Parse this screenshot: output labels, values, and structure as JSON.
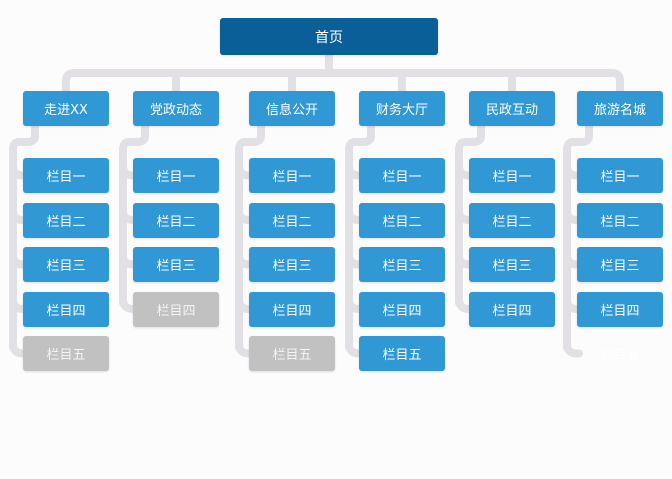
{
  "root": {
    "label": "首页"
  },
  "columns": [
    {
      "label": "走进XX",
      "items": [
        {
          "label": "栏目一",
          "state": "active"
        },
        {
          "label": "栏目二",
          "state": "active"
        },
        {
          "label": "栏目三",
          "state": "active"
        },
        {
          "label": "栏目四",
          "state": "active"
        },
        {
          "label": "栏目五",
          "state": "inactive"
        }
      ]
    },
    {
      "label": "党政动态",
      "items": [
        {
          "label": "栏目一",
          "state": "active"
        },
        {
          "label": "栏目二",
          "state": "active"
        },
        {
          "label": "栏目三",
          "state": "active"
        },
        {
          "label": "栏目四",
          "state": "inactive"
        }
      ]
    },
    {
      "label": "信息公开",
      "items": [
        {
          "label": "栏目一",
          "state": "active"
        },
        {
          "label": "栏目二",
          "state": "active"
        },
        {
          "label": "栏目三",
          "state": "active"
        },
        {
          "label": "栏目四",
          "state": "active"
        },
        {
          "label": "栏目五",
          "state": "inactive"
        }
      ]
    },
    {
      "label": "财务大厅",
      "items": [
        {
          "label": "栏目一",
          "state": "active"
        },
        {
          "label": "栏目二",
          "state": "active"
        },
        {
          "label": "栏目三",
          "state": "active"
        },
        {
          "label": "栏目四",
          "state": "active"
        },
        {
          "label": "栏目五",
          "state": "active"
        }
      ]
    },
    {
      "label": "民政互动",
      "items": [
        {
          "label": "栏目一",
          "state": "active"
        },
        {
          "label": "栏目二",
          "state": "active"
        },
        {
          "label": "栏目三",
          "state": "active"
        },
        {
          "label": "栏目四",
          "state": "active"
        }
      ]
    },
    {
      "label": "旅游名城",
      "items": [
        {
          "label": "栏目一",
          "state": "active"
        },
        {
          "label": "栏目二",
          "state": "active"
        },
        {
          "label": "栏目三",
          "state": "active"
        },
        {
          "label": "栏目四",
          "state": "active"
        },
        {
          "label": "栏目五",
          "state": "ghost"
        }
      ]
    }
  ],
  "colors": {
    "root": "#0b5f98",
    "active": "#2f98d5",
    "inactive": "#c1c1c1",
    "connector": "#e3e0e5"
  }
}
